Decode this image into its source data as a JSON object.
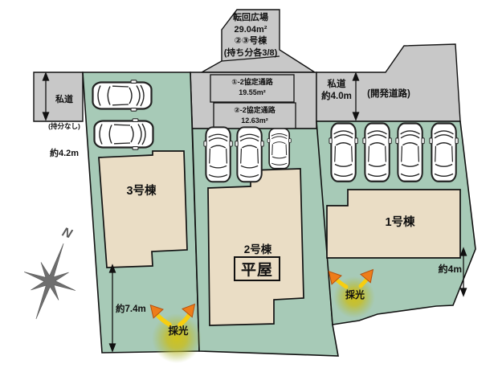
{
  "colors": {
    "plot_green": "#a7cab7",
    "road_gray": "#c8c8c8",
    "building_beige": "#eaddc5",
    "outline_black": "#111111",
    "glow_yellow": "#d2c215",
    "arrow_orange": "#ee7d1a",
    "arrow_yellow": "#f7ce10",
    "compass_gray": "#6e6e6e"
  },
  "roads": {
    "turnaround": {
      "label": "転回広場\n29.04m²\n②③号棟\n(持ち分各3/8)"
    },
    "left": {
      "line1": "私道",
      "line2": "(持分なし)",
      "line3": "約4.2m"
    },
    "right": {
      "label": "私道\n約4.0m",
      "dev_label": "(開発道路)"
    },
    "passages": [
      {
        "label": "①-2協定通路\n19.55m²"
      },
      {
        "label": "②-2協定通路\n12.63m²"
      }
    ]
  },
  "buildings": [
    {
      "label": "3号棟"
    },
    {
      "label": "2号棟",
      "sub": "平屋"
    },
    {
      "label": "1号棟"
    }
  ],
  "dimensions": {
    "plot3_depth": "約7.4m",
    "plot1_depth": "約4m"
  },
  "lights": [
    {
      "label": "採光"
    },
    {
      "label": "採光"
    }
  ],
  "compass": {
    "label": "N"
  }
}
